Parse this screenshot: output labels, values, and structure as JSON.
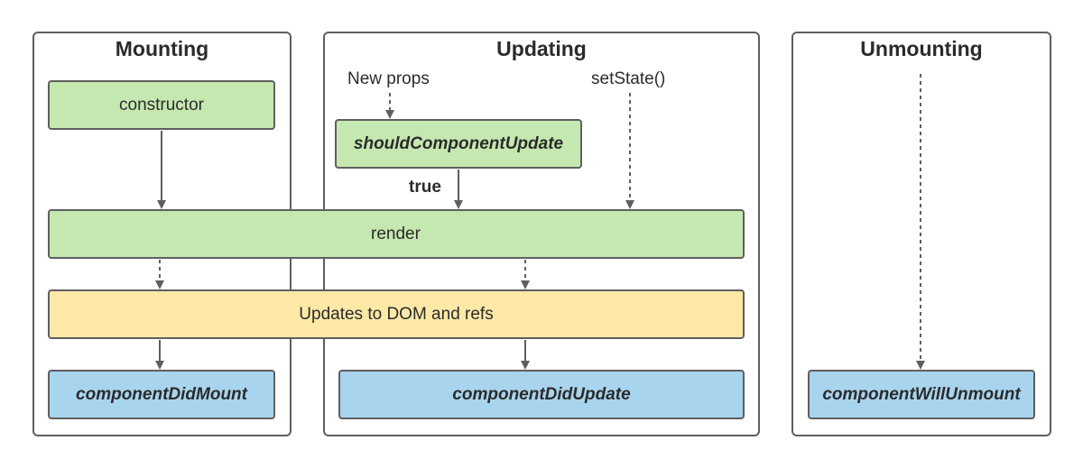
{
  "phases": {
    "mounting": "Mounting",
    "updating": "Updating",
    "unmounting": "Unmounting"
  },
  "nodes": {
    "constructor": "constructor",
    "should_component_update": "shouldComponentUpdate",
    "render": "render",
    "updates_dom": "Updates to DOM and refs",
    "component_did_mount": "componentDidMount",
    "component_did_update": "componentDidUpdate",
    "component_will_unmount": "componentWillUnmount"
  },
  "labels": {
    "new_props": "New props",
    "set_state": "setState()",
    "true_label": "true"
  },
  "colors": {
    "lifecycle_green": "#c5e8b0",
    "commit_yellow": "#fde8a6",
    "did_blue": "#a8d4ee",
    "stroke": "#5f5f5f"
  }
}
